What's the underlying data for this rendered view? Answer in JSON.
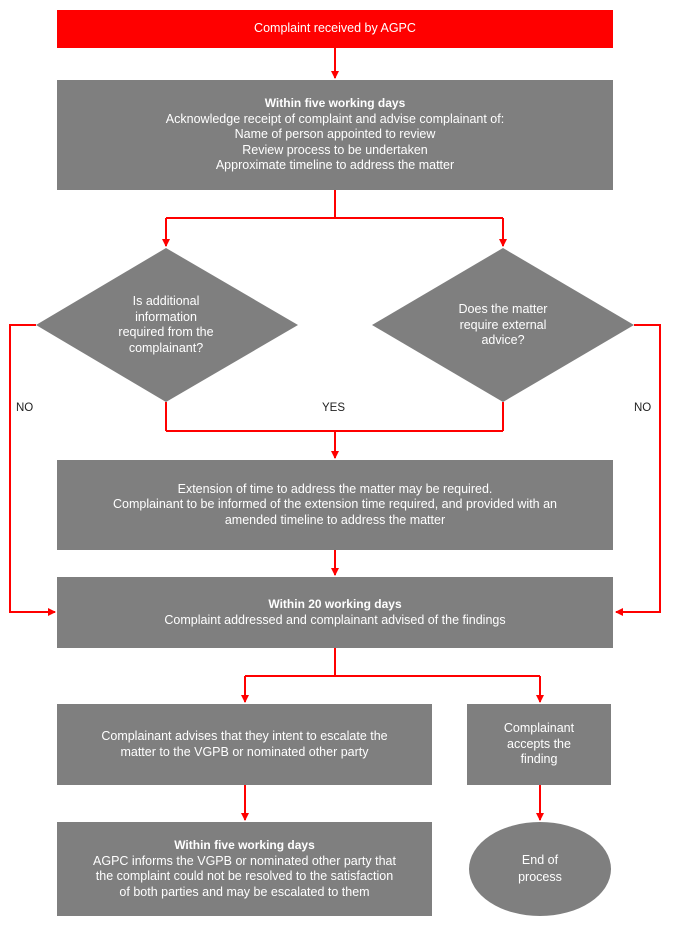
{
  "start": {
    "text": "Complaint received by AGPC"
  },
  "acknowledge": {
    "heading": "Within five working days",
    "lines": [
      "Acknowledge receipt of complaint and advise complainant of:",
      "Name of person appointed to review",
      "Review process to be undertaken",
      "Approximate timeline to address the matter"
    ]
  },
  "decision_info": {
    "lines": [
      "Is additional",
      "information",
      "required from the",
      "complainant?"
    ]
  },
  "decision_advice": {
    "lines": [
      "Does the matter",
      "require external",
      "advice?"
    ]
  },
  "labels": {
    "no_left": "NO",
    "yes": "YES",
    "no_right": "NO"
  },
  "extension": {
    "lines": [
      "Extension of time to address the matter may be required.",
      "Complainant to be informed of the  extension time required, and provided with an",
      "amended timeline to address the matter"
    ]
  },
  "addressed": {
    "heading": "Within 20 working days",
    "lines": [
      "Complaint addressed and complainant advised of the findings"
    ]
  },
  "escalate": {
    "lines": [
      "Complainant advises that they intent to escalate the",
      "matter to the VGPB or nominated other party"
    ]
  },
  "accepts": {
    "lines": [
      "Complainant",
      "accepts the",
      "finding"
    ]
  },
  "inform": {
    "heading": "Within five working days",
    "lines": [
      "AGPC informs the VGPB or nominated other party that",
      "the complaint could not be resolved to the satisfaction",
      "of both parties and may be escalated to them"
    ]
  },
  "end": {
    "lines": [
      "End of",
      "process"
    ]
  },
  "colors": {
    "accent": "#ff0000",
    "box": "#7f7f7f",
    "text": "#ffffff"
  }
}
